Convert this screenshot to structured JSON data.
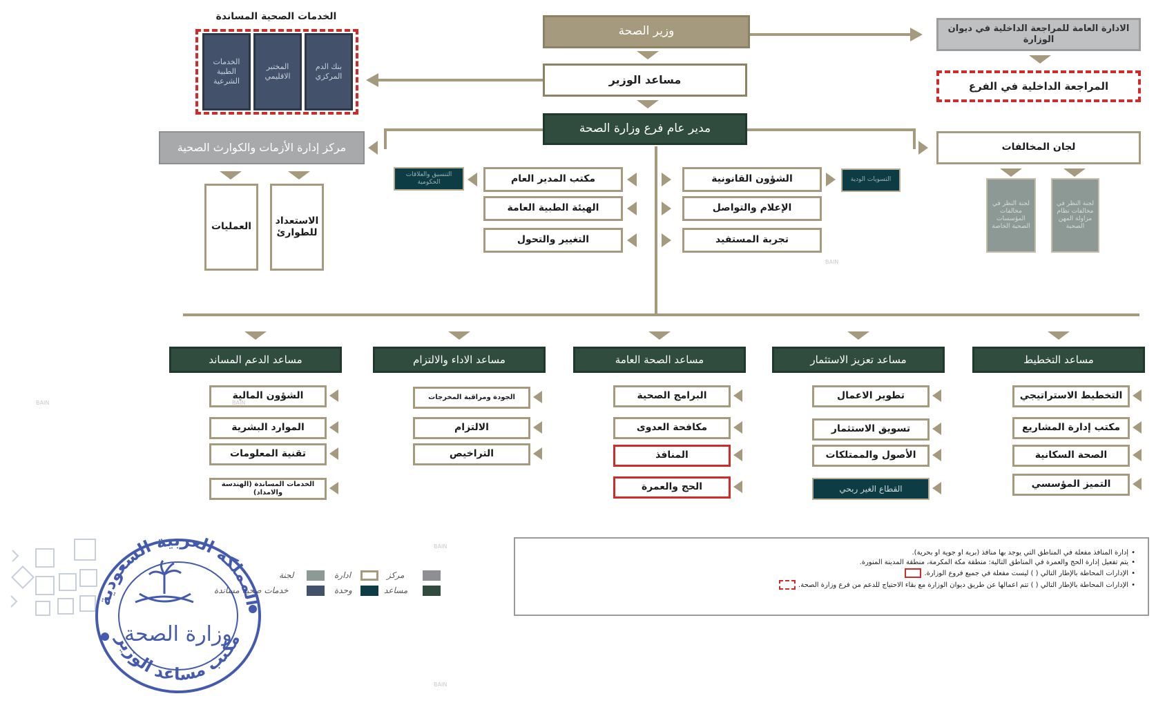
{
  "minister": "وزير الصحة",
  "minister_assistant": "مساعد الوزير",
  "branch_director": "مدير عام فرع وزارة الصحة",
  "internal_audit_general": "الادارة العامة للمراجعة الداخلية في ديوان الوزارة",
  "internal_audit_branch": "المراجعة الداخلية في الفرع",
  "support_services": {
    "title": "الخدمات الصحية المساندة",
    "items": [
      "بنك الدم المركزي",
      "المختبر الاقليمي",
      "الخدمات الطبية الشرعية"
    ]
  },
  "crisis_center": {
    "title": "مركز إدارة الأزمات والكوارث الصحية",
    "units": [
      "الاستعداد للطوارئ",
      "العمليات"
    ]
  },
  "violations_committees": {
    "title": "لجان المخالفات",
    "items": [
      "لجنة النظر في مخالفات نظام مزاولة المهن الصحية",
      "لجنة النظر في مخالفات المؤسسات الصحية الخاصة"
    ]
  },
  "left_offices": [
    "مكتب المدير العام",
    "الهيئة الطبية العامة",
    "التغيير والتحول"
  ],
  "left_offices_sub": "التنسيق والعلاقات الحكومية",
  "right_offices": [
    "الشؤون القانونية",
    "الإعلام والتواصل",
    "تجربة المستفيد"
  ],
  "right_offices_sub": "التسويات الودية",
  "assistants": [
    {
      "title": "مساعد التخطيط",
      "items": [
        {
          "label": "التخطيط الاستراتيجي",
          "style": "normal"
        },
        {
          "label": "مكتب إدارة المشاريع",
          "style": "normal"
        },
        {
          "label": "الصحة السكانية",
          "style": "normal"
        },
        {
          "label": "التميز المؤسسي",
          "style": "normal"
        }
      ]
    },
    {
      "title": "مساعد تعزيز الاستثمار",
      "items": [
        {
          "label": "تطوير الاعمال",
          "style": "normal"
        },
        {
          "label": "تسويق الاستثمار",
          "style": "normal"
        },
        {
          "label": "الأصول والممتلكات",
          "style": "normal"
        },
        {
          "label": "القطاع الغير ربحي",
          "style": "dark"
        }
      ]
    },
    {
      "title": "مساعد الصحة العامة",
      "items": [
        {
          "label": "البرامج الصحية",
          "style": "normal"
        },
        {
          "label": "مكافحة العدوى",
          "style": "normal"
        },
        {
          "label": "المنافذ",
          "style": "red"
        },
        {
          "label": "الحج والعمرة",
          "style": "red"
        }
      ]
    },
    {
      "title": "مساعد الاداء والالتزام",
      "items": [
        {
          "label": "الجودة ومراقبة المخرجات",
          "style": "normal"
        },
        {
          "label": "الالتزام",
          "style": "normal"
        },
        {
          "label": "التراخيص",
          "style": "normal"
        }
      ]
    },
    {
      "title": "مساعد الدعم المساند",
      "items": [
        {
          "label": "الشؤون المالية",
          "style": "normal"
        },
        {
          "label": "الموارد البشرية",
          "style": "normal"
        },
        {
          "label": "تقنية المعلومات",
          "style": "normal"
        },
        {
          "label": "الخدمات المساندة (الهندسة والامداد)",
          "style": "normal"
        }
      ]
    }
  ],
  "legend": {
    "center": "مركز",
    "administration": "ادارة",
    "committee": "لجنة",
    "assistant": "مساعد",
    "unit": "وحدة",
    "support_health_services": "خدمات صحية مساندة"
  },
  "notes": [
    "إدارة المنافذ مفعلة في المناطق التي يوجد بها منافذ (برية او جوية او بحرية).",
    "يتم تفعيل إدارة الحج والعمرة في المناطق التالية: منطقة مكة المكرمة، منطقة المدينة المنورة.",
    "الإدارات المحاطة بالإطار التالي (     ) ليست مفعلة في جميع فروع الوزارة.",
    "الإدارات المحاطة بالإطار التالي (     ) تتم اعمالها عن طريق ديوان الوزارة مع بقاء الاحتياج للدعم من فرع وزارة الصحة."
  ],
  "stamp": {
    "top": "المملكة العربية السعودية",
    "center": "وزارة الصحة",
    "bottom": "مكتب مساعد الوزير"
  },
  "watermark": "BAIN",
  "colors": {
    "gold": "#a59a7e",
    "green": "#2f4c3e",
    "teal": "#0e3c45",
    "navy": "#43516a",
    "grey": "#a8a9ab",
    "red": "#d12a2a",
    "stamp_blue": "#2f49a6"
  }
}
